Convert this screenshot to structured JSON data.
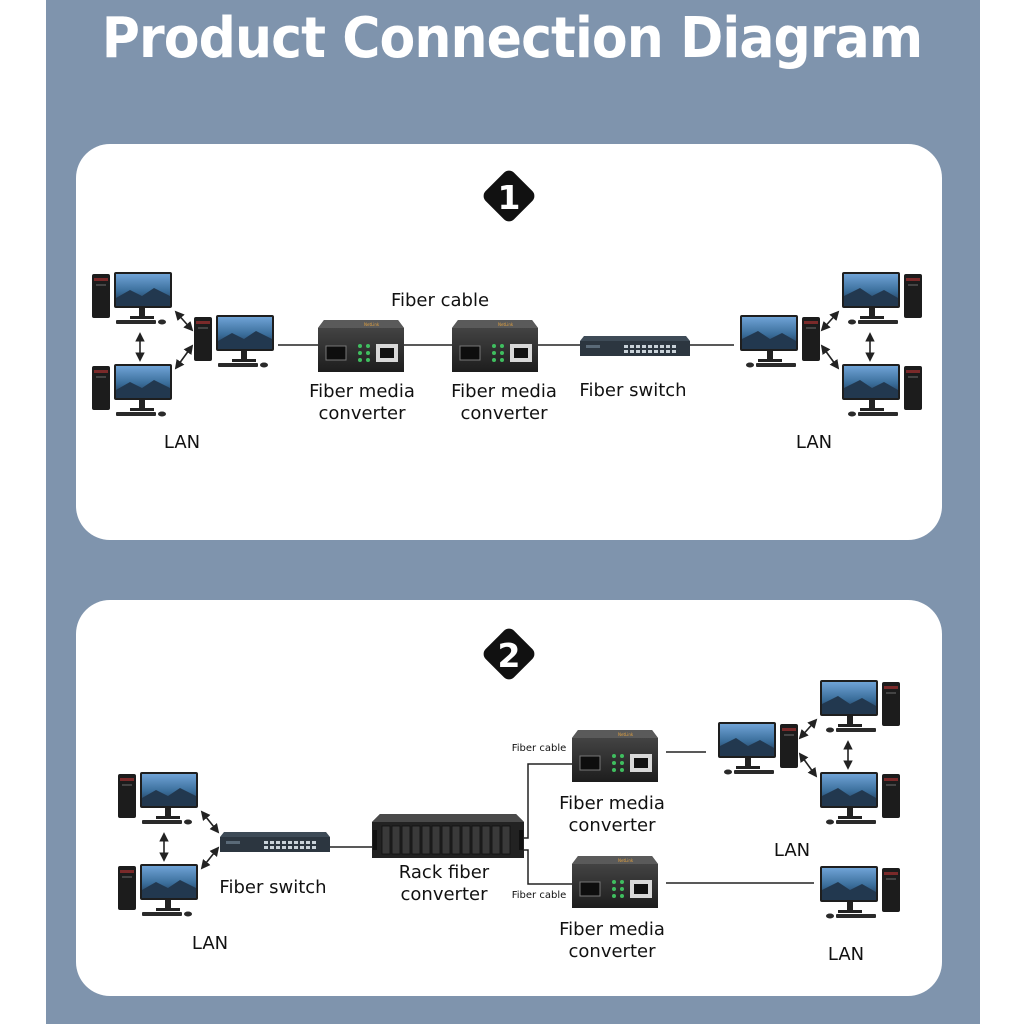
{
  "title": "Product Connection Diagram",
  "colors": {
    "background": "#7f94ad",
    "panel": "#ffffff",
    "badge": "#111111"
  },
  "icons": {
    "pc": "desktop-computer-icon",
    "converter": "media-converter-icon",
    "switch": "network-switch-icon",
    "rack": "rack-chassis-icon"
  },
  "panel1": {
    "badge": "1",
    "fiber_cable_label": "Fiber cable",
    "converter_a": "Fiber media converter",
    "converter_b": "Fiber media converter",
    "switch_label": "Fiber switch",
    "lan_left": "LAN",
    "lan_right": "LAN"
  },
  "panel2": {
    "badge": "2",
    "switch_label": "Fiber switch",
    "lan_left": "LAN",
    "rack_label": "Rack fiber converter",
    "fiber_cable_top": "Fiber cable",
    "fiber_cable_bottom": "Fiber cable",
    "converter_top": "Fiber media converter",
    "converter_bottom": "Fiber media converter",
    "lan_top_right": "LAN",
    "lan_bottom_right": "LAN"
  }
}
